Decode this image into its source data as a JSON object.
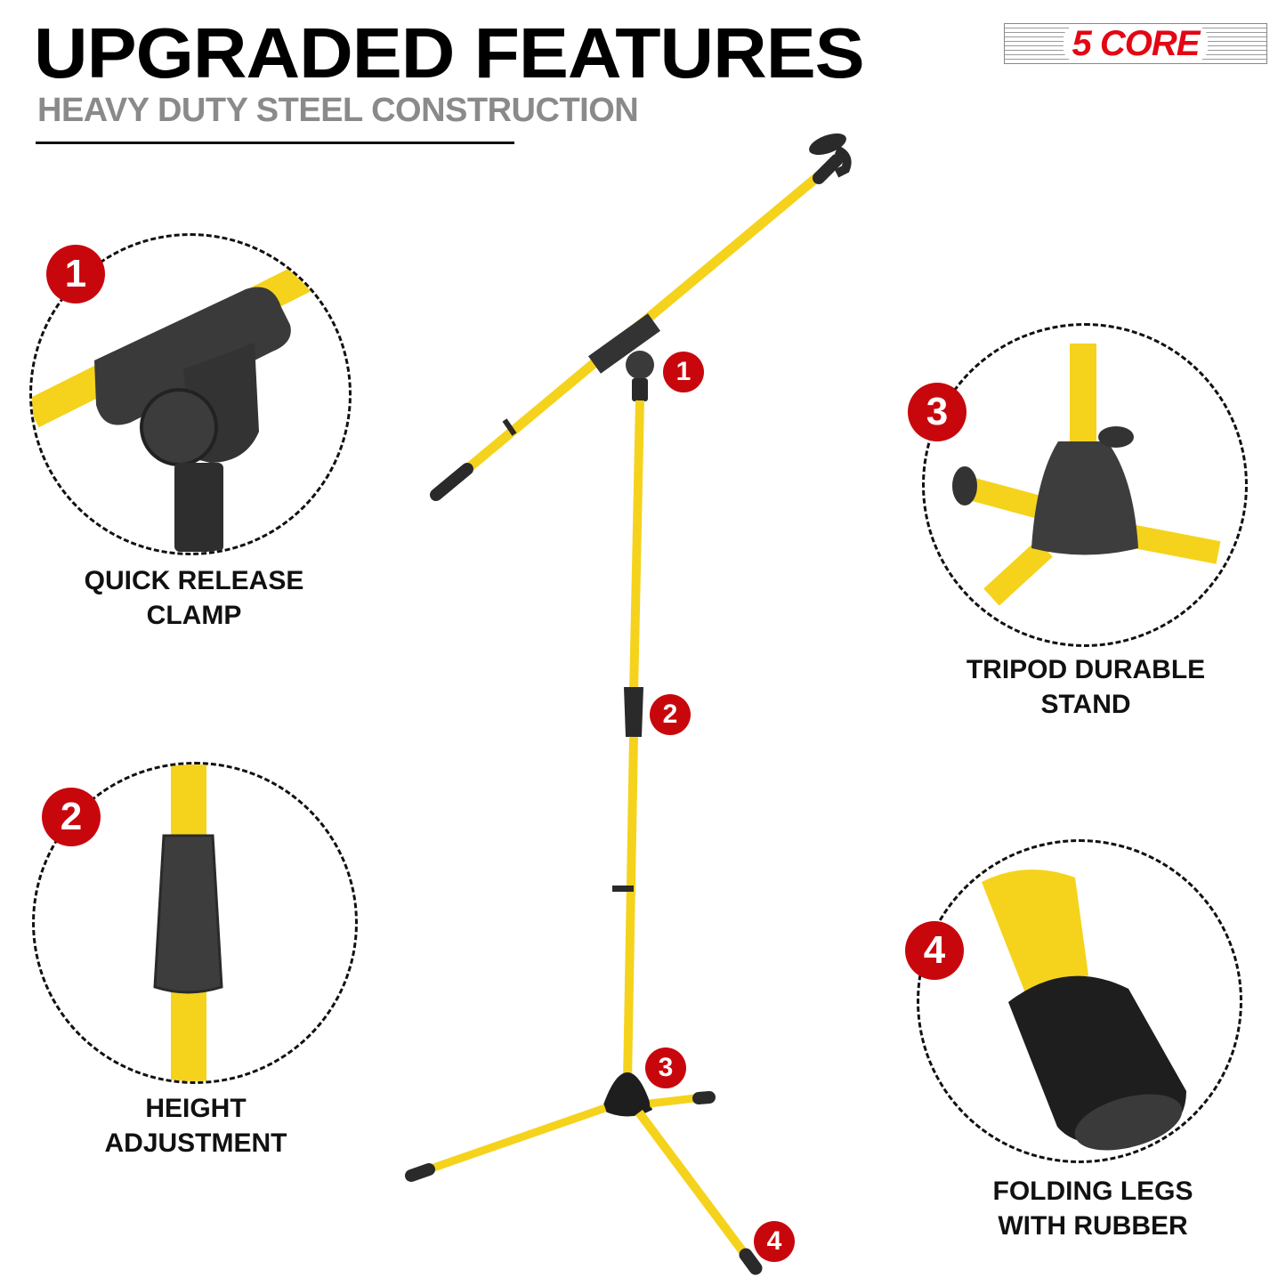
{
  "header": {
    "title": "UPGRADED FEATURES",
    "subtitle": "HEAVY DUTY STEEL CONSTRUCTION"
  },
  "brand": {
    "logo_text": "5 CORE",
    "color": "#e30613"
  },
  "colors": {
    "badge": "#c8070d",
    "stand_yellow": "#f5d31c",
    "stand_black": "#2a2a2a"
  },
  "features": [
    {
      "number": "1",
      "caption_line1": "QUICK RELEASE",
      "caption_line2": "CLAMP"
    },
    {
      "number": "2",
      "caption_line1": "HEIGHT",
      "caption_line2": "ADJUSTMENT"
    },
    {
      "number": "3",
      "caption_line1": "TRIPOD DURABLE",
      "caption_line2": "STAND"
    },
    {
      "number": "4",
      "caption_line1": "FOLDING LEGS",
      "caption_line2": "WITH RUBBER"
    }
  ],
  "callouts": [
    {
      "number": "1"
    },
    {
      "number": "2"
    },
    {
      "number": "3"
    },
    {
      "number": "4"
    }
  ]
}
